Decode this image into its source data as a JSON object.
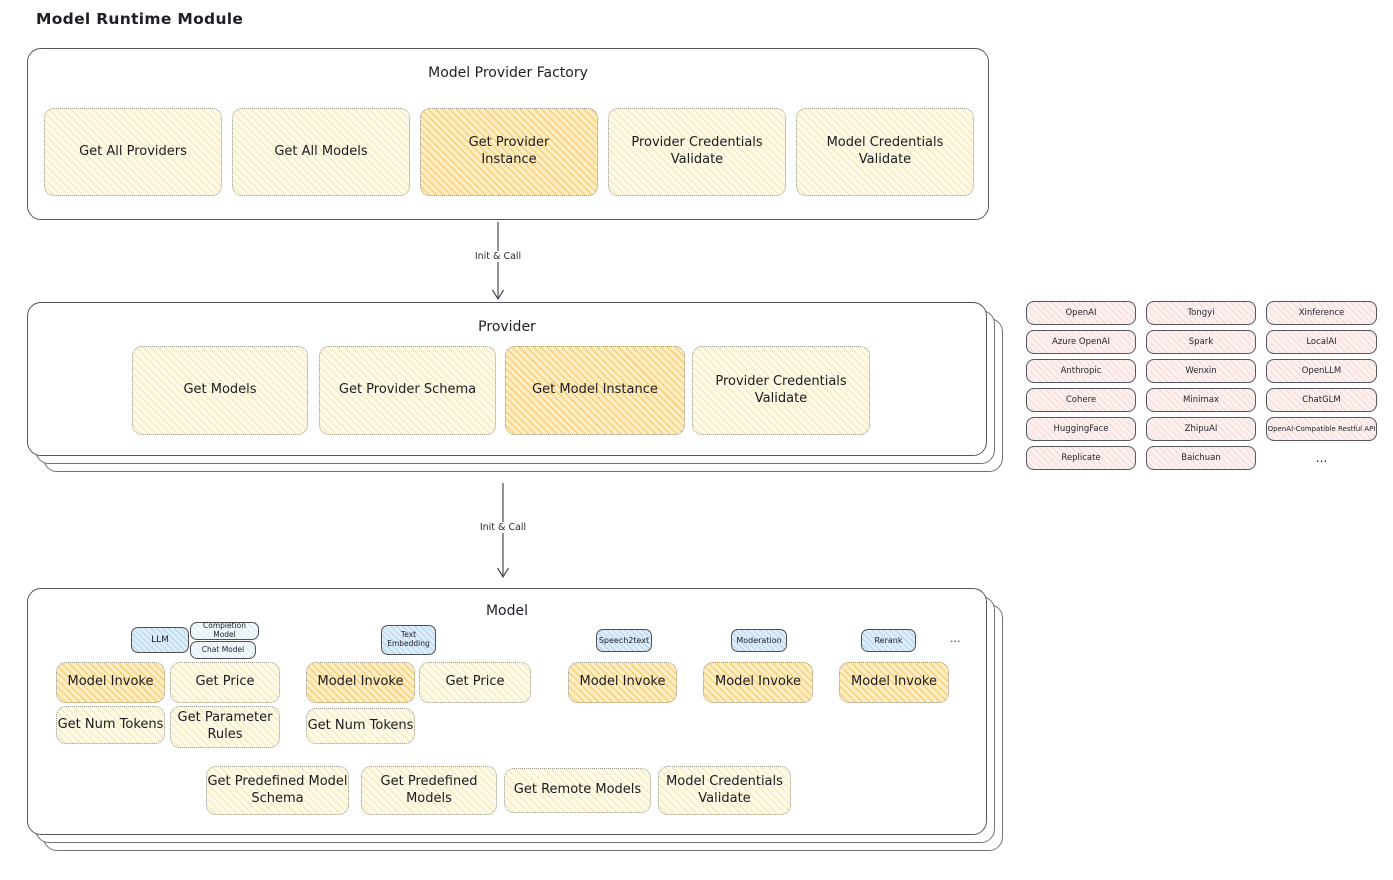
{
  "page_title": "Model Runtime Module",
  "colors": {
    "outline": "#55555e",
    "cream_fill": "#fffbe9",
    "highlight_fill": "#ffefc5",
    "pink_fill": "#fdf1f0",
    "blue_fill": "#ddedf9"
  },
  "connector1": {
    "label": "Init & Call"
  },
  "connector2": {
    "label": "Init & Call"
  },
  "factory": {
    "title": "Model Provider Factory",
    "buttons": [
      {
        "label": "Get All Providers",
        "highlighted": false
      },
      {
        "label": "Get All Models",
        "highlighted": false
      },
      {
        "label": "Get Provider\nInstance",
        "highlighted": true
      },
      {
        "label": "Provider Credentials\nValidate",
        "highlighted": false
      },
      {
        "label": "Model Credentials\nValidate",
        "highlighted": false
      }
    ]
  },
  "provider": {
    "title": "Provider",
    "buttons": [
      {
        "label": "Get Models",
        "highlighted": false
      },
      {
        "label": "Get Provider Schema",
        "highlighted": false
      },
      {
        "label": "Get Model Instance",
        "highlighted": true
      },
      {
        "label": "Provider Credentials\nValidate",
        "highlighted": false
      }
    ]
  },
  "providers_list": {
    "rows": [
      [
        "OpenAI",
        "Tongyi",
        "Xinference"
      ],
      [
        "Azure OpenAI",
        "Spark",
        "LocalAI"
      ],
      [
        "Anthropic",
        "Wenxin",
        "OpenLLM"
      ],
      [
        "Cohere",
        "Minimax",
        "ChatGLM"
      ],
      [
        "HuggingFace",
        "ZhipuAI",
        "OpenAI-Compatible Restful API"
      ],
      [
        "Replicate",
        "Baichuan",
        "..."
      ]
    ]
  },
  "model": {
    "title": "Model",
    "tags": {
      "llm": "LLM",
      "completion_model": "Completion Model",
      "chat_model": "Chat Model",
      "text_embedding": "Text\nEmbedding",
      "speech2text": "Speech2text",
      "moderation": "Moderation",
      "rerank": "Rerank",
      "more": "..."
    },
    "llm_buttons": [
      {
        "label": "Model Invoke",
        "highlighted": true
      },
      {
        "label": "Get Price",
        "highlighted": false
      },
      {
        "label": "Get Num Tokens",
        "highlighted": false
      },
      {
        "label": "Get Parameter\nRules",
        "highlighted": false
      }
    ],
    "text_embedding_buttons": [
      {
        "label": "Model Invoke",
        "highlighted": true
      },
      {
        "label": "Get Price",
        "highlighted": false
      },
      {
        "label": "Get Num Tokens",
        "highlighted": false
      }
    ],
    "speech2text_buttons": [
      {
        "label": "Model Invoke",
        "highlighted": true
      }
    ],
    "moderation_buttons": [
      {
        "label": "Model Invoke",
        "highlighted": true
      }
    ],
    "rerank_buttons": [
      {
        "label": "Model Invoke",
        "highlighted": true
      }
    ],
    "bottom_buttons": [
      {
        "label": "Get Predefined Model\nSchema",
        "highlighted": false
      },
      {
        "label": "Get Predefined\nModels",
        "highlighted": false
      },
      {
        "label": "Get Remote Models",
        "highlighted": false
      },
      {
        "label": "Model Credentials\nValidate",
        "highlighted": false
      }
    ]
  }
}
